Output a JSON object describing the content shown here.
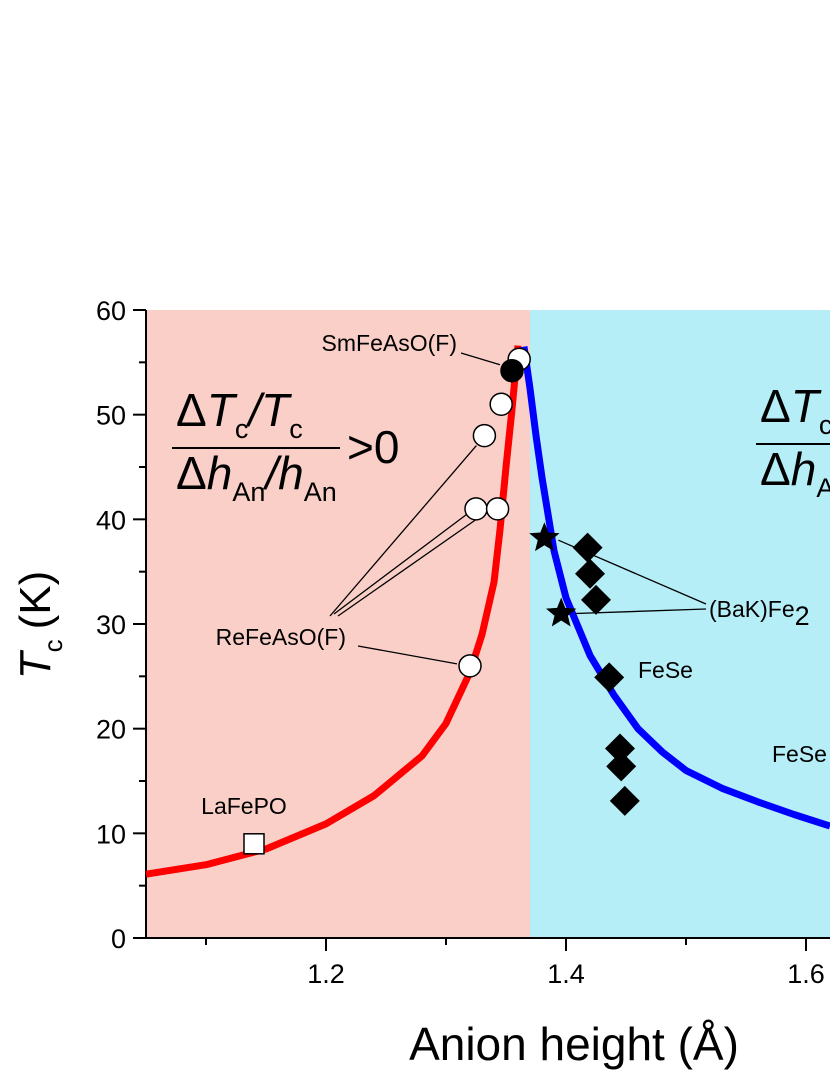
{
  "chart_data": {
    "type": "scatter",
    "xlabel": "Anion height (Å)",
    "ylabel_main": "T",
    "ylabel_sub": "c",
    "ylabel_unit": "(K)",
    "xlim": [
      1.05,
      1.62
    ],
    "ylim": [
      0,
      60
    ],
    "x_ticks": [
      1.2,
      1.4,
      1.6
    ],
    "x_tick_labels": [
      "1.2",
      "1.4",
      "1.6"
    ],
    "y_ticks": [
      0,
      10,
      20,
      30,
      40,
      50,
      60
    ],
    "y_tick_labels": [
      "0",
      "10",
      "20",
      "30",
      "40",
      "50",
      "60"
    ],
    "regions": [
      {
        "x_from": 1.05,
        "x_to": 1.37,
        "color": "#f9cfc8"
      },
      {
        "x_from": 1.37,
        "x_to": 1.62,
        "color": "#b6eef8"
      }
    ],
    "curves": [
      {
        "color": "#ff0000",
        "points": [
          [
            1.05,
            6.1
          ],
          [
            1.1,
            7.0
          ],
          [
            1.15,
            8.5
          ],
          [
            1.2,
            10.9
          ],
          [
            1.24,
            13.6
          ],
          [
            1.28,
            17.4
          ],
          [
            1.3,
            20.5
          ],
          [
            1.32,
            25.4
          ],
          [
            1.33,
            29.0
          ],
          [
            1.34,
            34.0
          ],
          [
            1.345,
            39.0
          ],
          [
            1.35,
            45.0
          ],
          [
            1.355,
            50.5
          ],
          [
            1.36,
            56.6
          ]
        ]
      },
      {
        "color": "#0000ff",
        "points": [
          [
            1.365,
            56.5
          ],
          [
            1.37,
            52.5
          ],
          [
            1.375,
            48.0
          ],
          [
            1.38,
            44.0
          ],
          [
            1.39,
            37.0
          ],
          [
            1.4,
            32.5
          ],
          [
            1.42,
            27.0
          ],
          [
            1.44,
            23.2
          ],
          [
            1.46,
            20.0
          ],
          [
            1.48,
            17.8
          ],
          [
            1.5,
            16.0
          ],
          [
            1.53,
            14.3
          ],
          [
            1.56,
            13.0
          ],
          [
            1.59,
            11.8
          ],
          [
            1.62,
            10.7
          ]
        ]
      }
    ],
    "series": [
      {
        "marker": "circle-open",
        "points": [
          [
            1.332,
            48
          ],
          [
            1.346,
            51
          ],
          [
            1.361,
            55.3
          ],
          [
            1.325,
            41
          ],
          [
            1.343,
            41
          ],
          [
            1.32,
            26
          ]
        ]
      },
      {
        "marker": "circle-filled",
        "points": [
          [
            1.355,
            54.2
          ]
        ]
      },
      {
        "marker": "square-open",
        "points": [
          [
            1.14,
            9
          ]
        ]
      },
      {
        "marker": "star",
        "points": [
          [
            1.382,
            38.2
          ],
          [
            1.396,
            31
          ]
        ]
      },
      {
        "marker": "diamond",
        "points": [
          [
            1.418,
            37.3
          ],
          [
            1.42,
            34.8
          ],
          [
            1.425,
            32.3
          ],
          [
            1.436,
            24.9
          ],
          [
            1.445,
            18.1
          ],
          [
            1.446,
            16.4
          ],
          [
            1.449,
            13.1
          ]
        ]
      }
    ],
    "annotations": [
      {
        "id": "smfeasof",
        "text": "SmFeAsO(F)"
      },
      {
        "id": "refeasof",
        "text": "ReFeAsO(F)"
      },
      {
        "id": "lafepo",
        "text": "LaFePO"
      },
      {
        "id": "bak",
        "text": "(BaK)Fe"
      },
      {
        "id": "bak_sub",
        "text": "2"
      },
      {
        "id": "fese",
        "text": "FeSe"
      },
      {
        "id": "fese2",
        "text": "FeSe"
      }
    ],
    "formula_left": {
      "delta": "Δ",
      "T": "T",
      "c": "c",
      "slash": "/",
      "h": "h",
      "An": "An",
      "relation": ">0"
    },
    "formula_right": {
      "delta": "Δ",
      "T": "T",
      "c": "c",
      "h": "h",
      "A": "A"
    }
  }
}
